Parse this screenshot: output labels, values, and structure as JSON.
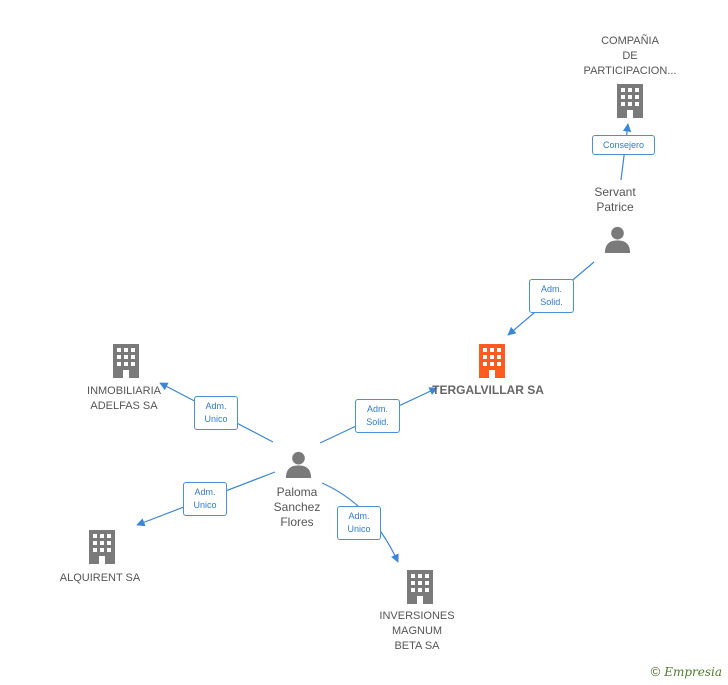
{
  "nodes": {
    "compania": {
      "lines": [
        "COMPAÑIA",
        "DE",
        "PARTICIPACION..."
      ]
    },
    "servant": {
      "lines": [
        "Servant",
        "Patrice"
      ]
    },
    "tergalvillar": {
      "lines": [
        "TERGALVILLAR SA"
      ]
    },
    "inmobiliaria": {
      "lines": [
        "INMOBILIARIA",
        "ADELFAS SA"
      ]
    },
    "paloma": {
      "lines": [
        "Paloma",
        "Sanchez",
        "Flores"
      ]
    },
    "alquirent": {
      "lines": [
        "ALQUIRENT SA"
      ]
    },
    "inversiones": {
      "lines": [
        "INVERSIONES",
        "MAGNUM",
        "BETA SA"
      ]
    }
  },
  "edges": {
    "consejero": {
      "lines": [
        "Consejero"
      ]
    },
    "servant_terg": {
      "lines": [
        "Adm.",
        "Solid."
      ]
    },
    "paloma_terg": {
      "lines": [
        "Adm.",
        "Solid."
      ]
    },
    "paloma_inmo": {
      "lines": [
        "Adm.",
        "Unico"
      ]
    },
    "paloma_alq": {
      "lines": [
        "Adm.",
        "Unico"
      ]
    },
    "paloma_inv": {
      "lines": [
        "Adm.",
        "Unico"
      ]
    }
  },
  "colors": {
    "accent": "#ff5a1f",
    "icon": "#7a7a7a",
    "edge": "#3b86d8"
  },
  "footer": {
    "copyright": "©",
    "brand": "Empresia"
  }
}
